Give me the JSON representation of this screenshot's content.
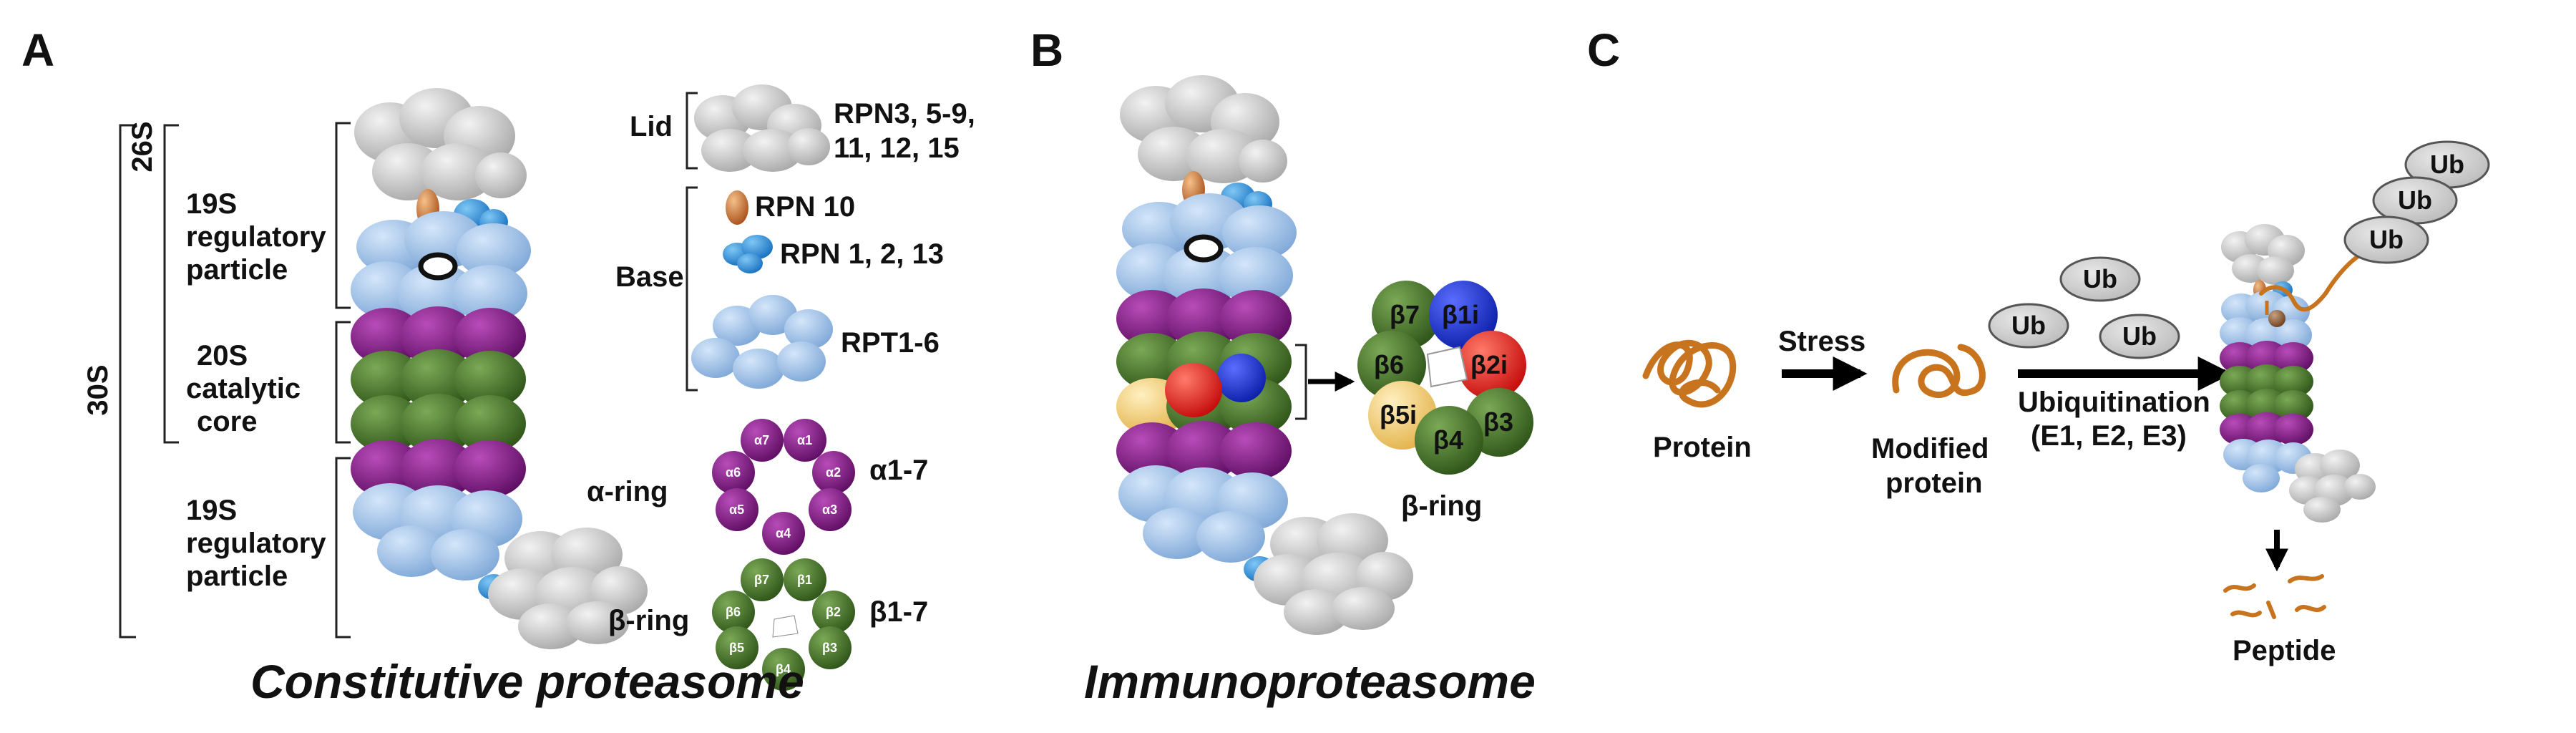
{
  "panels": {
    "a": "A",
    "b": "B",
    "c": "C"
  },
  "panel_a": {
    "title": "Constitutive proteasome",
    "label_30s": "30S",
    "label_26s": "26S",
    "rp_top": [
      "19S",
      "regulatory",
      "particle"
    ],
    "core": [
      "20S",
      "catalytic",
      "core"
    ],
    "rp_bottom": [
      "19S",
      "regulatory",
      "particle"
    ],
    "lid": {
      "name": "Lid",
      "subunits": [
        "RPN3, 5-9,",
        "11, 12, 15"
      ]
    },
    "base": {
      "name": "Base",
      "rpn10": "RPN 10",
      "rpn1": "RPN 1, 2, 13",
      "rpt": "RPT1-6"
    },
    "alpha_ring": {
      "name": "α-ring",
      "range": "α1-7",
      "subunits": [
        "α7",
        "α1",
        "α6",
        "α2",
        "α5",
        "α3",
        "α4"
      ]
    },
    "beta_ring": {
      "name": "β-ring",
      "range": "β1-7",
      "subunits": [
        "β7",
        "β1",
        "β6",
        "β2",
        "β5",
        "β3",
        "β4"
      ]
    }
  },
  "panel_b": {
    "title": "Immunoproteasome",
    "beta_ring": {
      "name": "β-ring",
      "subunits": [
        "β7",
        "β1i",
        "β6",
        "β2i",
        "β5i",
        "β4",
        "β3"
      ]
    }
  },
  "panel_c": {
    "protein": "Protein",
    "stress": "Stress",
    "modified": [
      "Modified",
      "protein"
    ],
    "ubiquitination": [
      "Ubiquitination",
      "(E1, E2, E3)"
    ],
    "ub": "Ub",
    "peptide": "Peptide"
  },
  "colors": {
    "lid_gray": "#c9c9c9",
    "base_blue": "#a9c8ec",
    "rpn_blue": "#2f95dc",
    "rpn10_orange": "#d07a3a",
    "alpha_purple": "#8a1c8e",
    "beta_green": "#4a7a30",
    "beta1i_blue": "#1030d8",
    "beta2i_red": "#e01818",
    "beta5i_yellow": "#f4d478",
    "protein_orange": "#c8731e"
  }
}
